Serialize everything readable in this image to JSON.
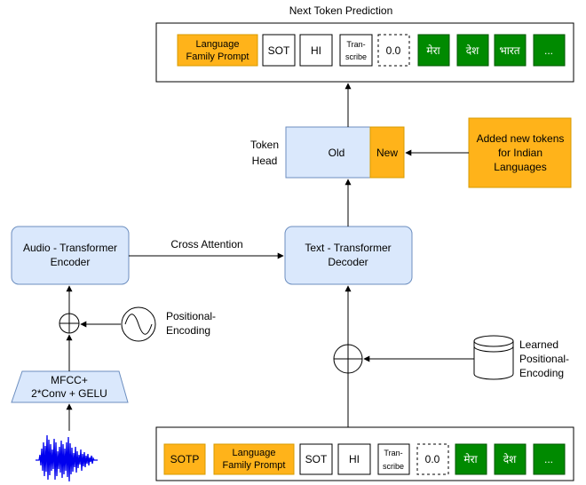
{
  "output_tokens": {
    "title": "Next Token Prediction",
    "tokens": [
      "Language Family Prompt",
      "SOT",
      "HI",
      "Tran-scribe",
      "0.0",
      "मेरा",
      "देश",
      "भारत",
      "..."
    ]
  },
  "token_head": {
    "label_line1": "Token",
    "label_line2": "Head",
    "old": "Old",
    "new": "New"
  },
  "added_tokens": {
    "line1": "Added new tokens",
    "line2": "for Indian",
    "line3": "Languages"
  },
  "audio_encoder": {
    "line1": "Audio - Transformer",
    "line2": "Encoder"
  },
  "text_decoder": {
    "line1": "Text - Transformer",
    "line2": "Decoder"
  },
  "cross_attention": "Cross Attention",
  "positional_encoding": {
    "line1": "Positional-",
    "line2": "Encoding"
  },
  "learned_positional_encoding": {
    "line1": "Learned",
    "line2": "Positional-",
    "line3": "Encoding"
  },
  "mfcc": {
    "line1": "MFCC+",
    "line2": "2*Conv + GELU"
  },
  "input_tokens": {
    "tokens": [
      "SOTP",
      "Language Family Prompt",
      "SOT",
      "HI",
      "Tran-scribe",
      "0.0",
      "मेरा",
      "देश",
      "..."
    ]
  },
  "colors": {
    "orange": "#ffb31a",
    "orange_stroke": "#d79b00",
    "green": "#008a00",
    "green_stroke": "#005700",
    "blue_fill": "#dae8fc",
    "blue_stroke": "#6c8ebf"
  }
}
